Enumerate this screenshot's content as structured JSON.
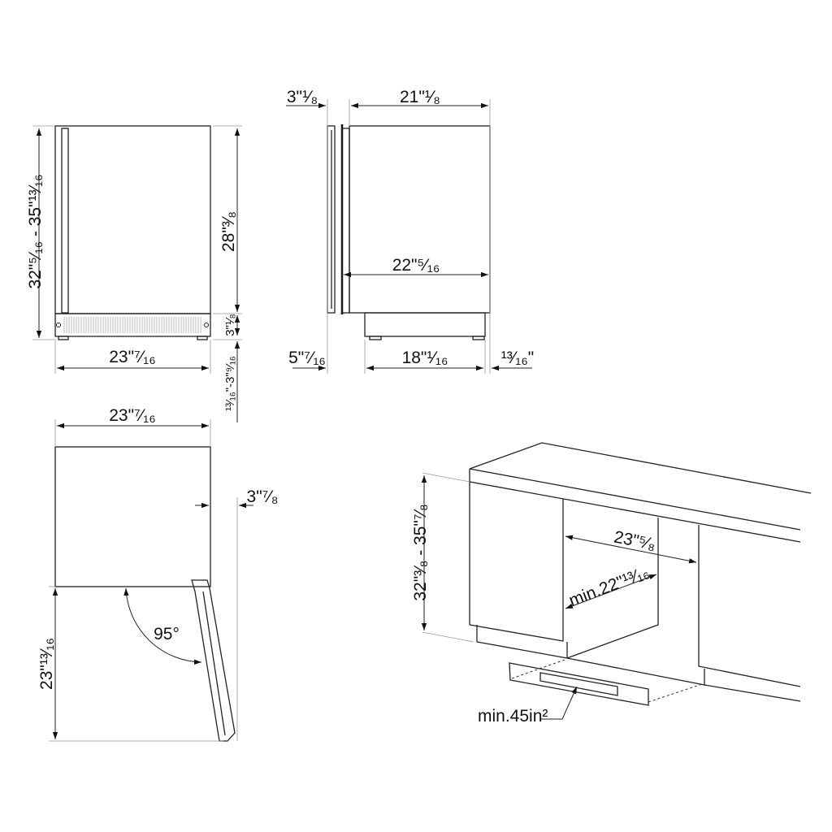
{
  "front_view": {
    "total_height": "32\"⁵⁄₁₆ - 35\"¹³⁄₁₆",
    "cabinet_height": "28\"³⁄₈",
    "toe_kick_height": "3\"¹⁄₈",
    "leg_adjust": "¹³⁄₁₆\"-3\"⁹⁄₁₆",
    "width": "23\"⁷⁄₁₆"
  },
  "side_view": {
    "door_depth": "3\"¹⁄₈",
    "body_depth": "21\"¹⁄₈",
    "total_depth": "22\"⁵⁄₁₆",
    "front_to_base": "5\"⁷⁄₁₆",
    "base_depth": "18\"¹⁄₁₆",
    "rear_offset": "¹³⁄₁₆\""
  },
  "top_view": {
    "width": "23\"⁷⁄₁₆",
    "door_clearance": "3\"⁷⁄₈",
    "door_swing_depth": "23\"¹³⁄₁₆",
    "door_angle": "95°"
  },
  "installation_view": {
    "niche_height": "32\"³⁄₈ - 35\"⁷⁄₈",
    "niche_width": "23\"⁵⁄₈",
    "niche_depth": "min.22\"¹³⁄₁₆",
    "vent_area": "min.45in²"
  }
}
